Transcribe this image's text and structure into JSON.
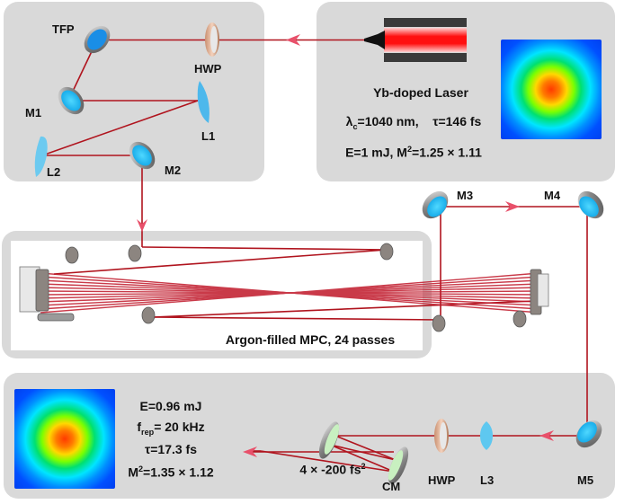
{
  "labels": {
    "tfp": "TFP",
    "hwp_top": "HWP",
    "m1": "M1",
    "l1": "L1",
    "l2": "L2",
    "m2": "M2",
    "m3": "M3",
    "m4": "M4",
    "m5": "M5",
    "l3": "L3",
    "hwp_bottom": "HWP",
    "cm": "CM"
  },
  "laser": {
    "name": "Yb-doped Laser",
    "lambda_symbol": "λ",
    "lambda_sub": "c",
    "lambda_value": "=1040 nm,",
    "tau": "τ=146 fs",
    "energy_prefix": "E=1 mJ, M",
    "m2_sup": "2",
    "m2_value": "=1.25 × 1.11"
  },
  "mpc": {
    "caption": "Argon-filled MPC, 24 passes"
  },
  "output": {
    "energy": "E=0.96 mJ",
    "frep_prefix": "f",
    "frep_sub": "rep",
    "frep_value": "= 20 kHz",
    "tau": "τ=17.3 fs",
    "m2_prefix": "M",
    "m2_sup": "2",
    "m2_value": "=1.35 × 1.12",
    "cm_dispersion_prefix": "4 × -200 fs",
    "cm_dispersion_sup": "2"
  },
  "colors": {
    "panel": "#d9d9d9",
    "beam_line": "#b0141e",
    "arrow": "#e8506a",
    "mirror": "#1ec8ff",
    "lens": "#5ec8f0",
    "laser_housing": "#3a3a3a",
    "laser_core": "#ff0000"
  }
}
